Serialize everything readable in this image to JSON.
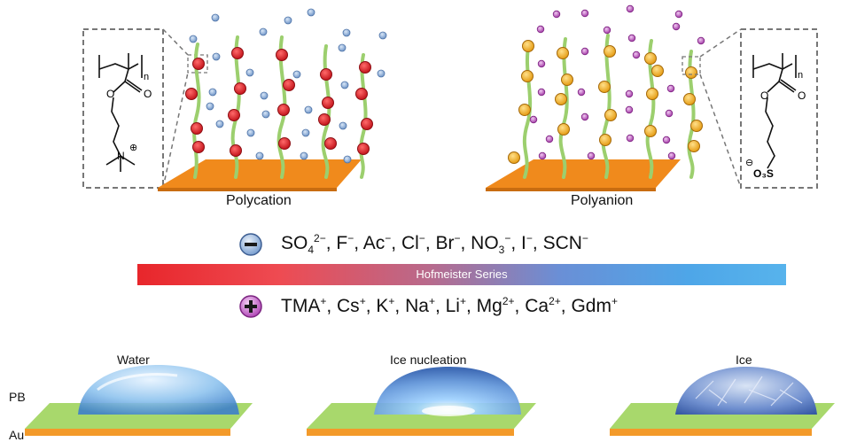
{
  "top": {
    "polycation": {
      "caption": "Polycation",
      "subscript": "n",
      "charge": "⊕"
    },
    "polyanion": {
      "caption": "Polyanion",
      "subscript": "n",
      "charge": "⊖",
      "group": "O₃S"
    }
  },
  "series": {
    "anion_icon": "minus-icon",
    "anions": [
      {
        "base": "SO",
        "sub": "4",
        "sup": "2−"
      },
      {
        "base": "F",
        "sub": "",
        "sup": "−"
      },
      {
        "base": "Ac",
        "sub": "",
        "sup": "−"
      },
      {
        "base": "Cl",
        "sub": "",
        "sup": "−"
      },
      {
        "base": "Br",
        "sub": "",
        "sup": "−"
      },
      {
        "base": "NO",
        "sub": "3",
        "sup": "−"
      },
      {
        "base": "I",
        "sub": "",
        "sup": "−"
      },
      {
        "base": "SCN",
        "sub": "",
        "sup": "−"
      }
    ],
    "bar_label": "Hofmeister Series",
    "cation_icon": "plus-icon",
    "cations": [
      {
        "base": "TMA",
        "sup": "+"
      },
      {
        "base": "Cs",
        "sup": "+"
      },
      {
        "base": "K",
        "sup": "+"
      },
      {
        "base": "Na",
        "sup": "+"
      },
      {
        "base": "Li",
        "sup": "+"
      },
      {
        "base": "Mg",
        "sup": "2+"
      },
      {
        "base": "Ca",
        "sup": "2+"
      },
      {
        "base": "Gdm",
        "sup": "+"
      }
    ]
  },
  "bottom": {
    "layer_top": "PB",
    "layer_bottom": "Au",
    "states": [
      "Water",
      "Ice nucleation",
      "Ice"
    ]
  },
  "colors": {
    "substrate": "#f08a1c",
    "chain": "#9ccf6e",
    "cation_bead": "#e0242c",
    "anion_bead": "#f2b32a",
    "small_anion": "#8fb3df",
    "small_cation": "#b54bb8",
    "pb_layer": "#9fd36a",
    "au_layer": "#f39a2a"
  }
}
